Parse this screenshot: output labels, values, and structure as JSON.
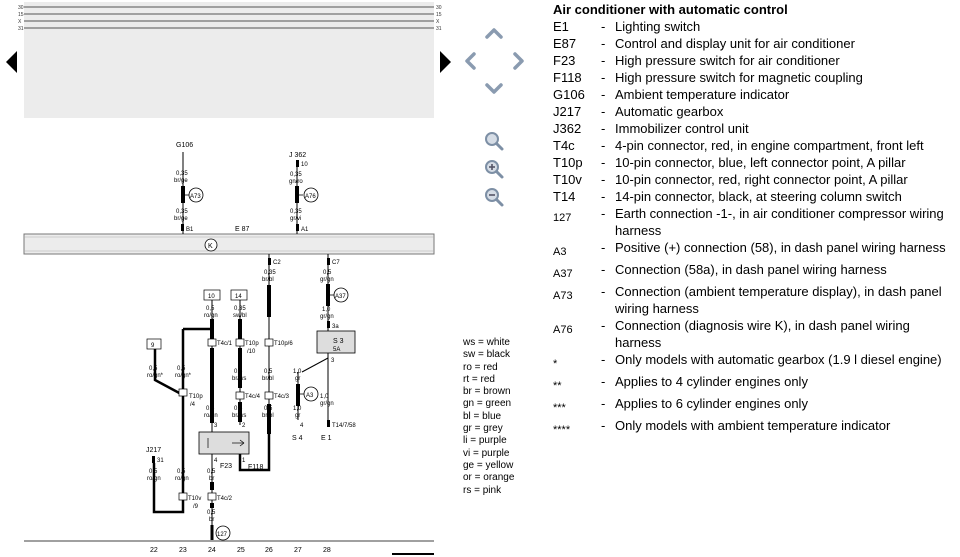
{
  "legend": {
    "title": "Air conditioner with automatic control",
    "items": [
      {
        "code": "E1",
        "desc": "Lighting switch"
      },
      {
        "code": "E87",
        "desc": "Control and display unit for air conditioner"
      },
      {
        "code": "F23",
        "desc": "High pressure switch for air conditioner"
      },
      {
        "code": "F118",
        "desc": "High pressure switch for magnetic coupling"
      },
      {
        "code": "G106",
        "desc": "Ambient temperature indicator"
      },
      {
        "code": "J217",
        "desc": "Automatic gearbox"
      },
      {
        "code": "J362",
        "desc": "Immobilizer control unit"
      },
      {
        "code": "T4c",
        "desc": "4-pin connector, red, in engine compartment, front left"
      },
      {
        "code": "T10p",
        "desc": "10-pin connector, blue, left connector point, A pillar"
      },
      {
        "code": "T10v",
        "desc": "10-pin connector, red, right connector point, A pillar"
      },
      {
        "code": "T14",
        "desc": "14-pin connector, black, at steering column switch"
      },
      {
        "code": "127",
        "desc": "Earth connection -1-, in air conditioner compressor wiring harness"
      },
      {
        "code": "A3",
        "desc": "Positive (+) connection (58), in dash panel wiring harness"
      },
      {
        "code": "A37",
        "desc": "Connection (58a), in dash panel wiring harness"
      },
      {
        "code": "A73",
        "desc": "Connection (ambient temperature display), in dash panel wiring harness"
      },
      {
        "code": "A76",
        "desc": "Connection (diagnosis wire K), in dash panel wiring harness"
      },
      {
        "code": "*",
        "desc": "Only models with automatic gearbox (1.9 l diesel engine)"
      },
      {
        "code": "**",
        "desc": "Applies to 4 cylinder engines only"
      },
      {
        "code": "***",
        "desc": "Applies to 6 cylinder engines only"
      },
      {
        "code": "****",
        "desc": "Only models with ambient temperature indicator"
      }
    ]
  },
  "colors_key": [
    "ws = white",
    "sw = black",
    "ro = red",
    "rt = red",
    "br = brown",
    "gn = green",
    "bl = blue",
    "gr = grey",
    "li = purple",
    "vi = purple",
    "ge = yellow",
    "or = orange",
    "rs = pink"
  ],
  "rails": {
    "r30": "30",
    "r15": "15",
    "rx": "X",
    "r31": "31"
  },
  "columns": [
    "22",
    "23",
    "24",
    "25",
    "26",
    "27",
    "28"
  ],
  "diagram": {
    "g106": "G106",
    "j362": "J 362",
    "pin10": "10",
    "w035brge": "0,35",
    "c_brge": "br/ge",
    "w035gnro": "0,35",
    "c_gnro": "gn/ro",
    "a73": "A73",
    "a76": "A76",
    "w035brge2": "0,35",
    "c_brge2": "br/ge",
    "w035grvi": "0,35",
    "c_grvi": "gr/vi",
    "b1": "B1",
    "a1": "A1",
    "e87": "E 87",
    "k": "K",
    "c2": "C2",
    "c7": "C7",
    "w035brbl": "0,35",
    "c_brbl": "br/bl",
    "w05grgn": "0,5",
    "c_grgn": "gr/gn",
    "a37": "A37",
    "w10grgn": "1,0",
    "c_grgn2": "gr/gn",
    "pin3a": "3a",
    "s3": "S 3",
    "amp": "5A",
    "box10": "10",
    "box14": "14",
    "box9": "9",
    "w05rogn1": "0,5",
    "c_rogn1": "ro/gn",
    "w035swbl": "0,35",
    "c_swbl": "sw/bl",
    "t4c1": "T4c/1",
    "t10p10": "T10p",
    "t10p10b": "/10",
    "t10p6": "T10p/6",
    "w05rogn9": "0,5",
    "c_rogn9": "ro/gn*",
    "w05rogn23": "0,5",
    "c_rogn23": "ro/gn*",
    "t10p4": "T10p",
    "t10p4b": "/4",
    "w05rogn24": "0,5",
    "c_rogn24": "ro/gn",
    "w05brws": "0,5",
    "c_brws": "br/ws",
    "w05brbl": "0,5",
    "c_brbl2": "br/bl",
    "w10gr": "1,0",
    "c_gr": "gr",
    "t4c4": "T4c/4",
    "t4c3": "T4c/3",
    "a3": "A3",
    "w05rogn_b": "0,5",
    "c_rogn_b": "ro/gn",
    "w05brws_b": "0,5",
    "c_brws_b": "br/ws",
    "w05brbl_b": "0,5",
    "c_brbl_b": "br/bl",
    "w10gr_b": "1,0",
    "c_gr_b": "gr",
    "w10grgn_b": "1,0",
    "c_grgn_b": "gr/gn",
    "p3a": "3",
    "p2": "2",
    "p3b": "3",
    "p4": "4",
    "t14758": "T14/7/58",
    "s4": "S 4",
    "e1": "E 1",
    "f23": "F23",
    "f118": "F118",
    "p4b": "4",
    "p1": "1",
    "j217": "J217",
    "p31": "31",
    "w05rogn22": "0,5",
    "c_rogn22": "ro/gn",
    "w05rogn23b": "0,5",
    "c_rogn23b": "ro/gn",
    "w05br24": "0,5",
    "c_br24": "br",
    "t10v9": "T10v",
    "t10v9b": "/9",
    "t4c2": "T4c/2",
    "w05br24b": "0,5",
    "c_br24b": "br",
    "earth": "127"
  }
}
